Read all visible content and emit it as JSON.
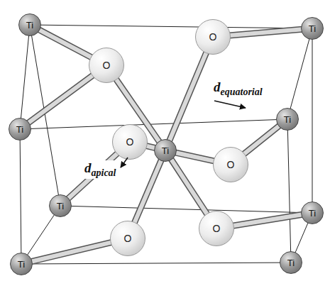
{
  "diagram": {
    "nodes": [
      {
        "text": [
          "Ti"
        ]
      },
      {
        "text": [
          "O"
        ]
      },
      {
        "text": [
          "Ti"
        ]
      },
      {
        "text": [
          "O"
        ]
      },
      {
        "text": [
          "Ti"
        ]
      },
      {
        "text": [
          "Ti"
        ]
      },
      {
        "text": [
          "O"
        ]
      },
      {
        "text": [
          "Ti"
        ]
      },
      {
        "text": [
          "O"
        ]
      },
      {
        "text": [
          "Ti"
        ]
      },
      {
        "text": [
          "Ti"
        ]
      },
      {
        "text": [
          "O"
        ]
      },
      {
        "text": [
          "O"
        ]
      },
      {
        "text": [
          "Ti"
        ]
      },
      {
        "text": [
          "Ti"
        ]
      }
    ],
    "edges": [
      {
        "from": 7,
        "to": 1,
        "arrow": "none"
      },
      {
        "from": 7,
        "to": 3,
        "arrow": "none"
      },
      {
        "from": 7,
        "to": 6,
        "arrow": "none"
      },
      {
        "from": 7,
        "to": 8,
        "arrow": "none"
      },
      {
        "from": 7,
        "to": 11,
        "arrow": "none"
      },
      {
        "from": 7,
        "to": 12,
        "arrow": "none"
      },
      {
        "from": 0,
        "to": 3,
        "arrow": "none"
      },
      {
        "from": 4,
        "to": 3,
        "arrow": "none"
      },
      {
        "from": 2,
        "to": 1,
        "arrow": "none"
      },
      {
        "from": 5,
        "to": 8,
        "arrow": "none"
      },
      {
        "from": 9,
        "to": 6,
        "arrow": "none"
      },
      {
        "from": 10,
        "to": 11,
        "arrow": "none"
      },
      {
        "from": 13,
        "to": 12,
        "arrow": "none"
      }
    ],
    "labels": [
      "dequatorial",
      "dapical"
    ]
  }
}
